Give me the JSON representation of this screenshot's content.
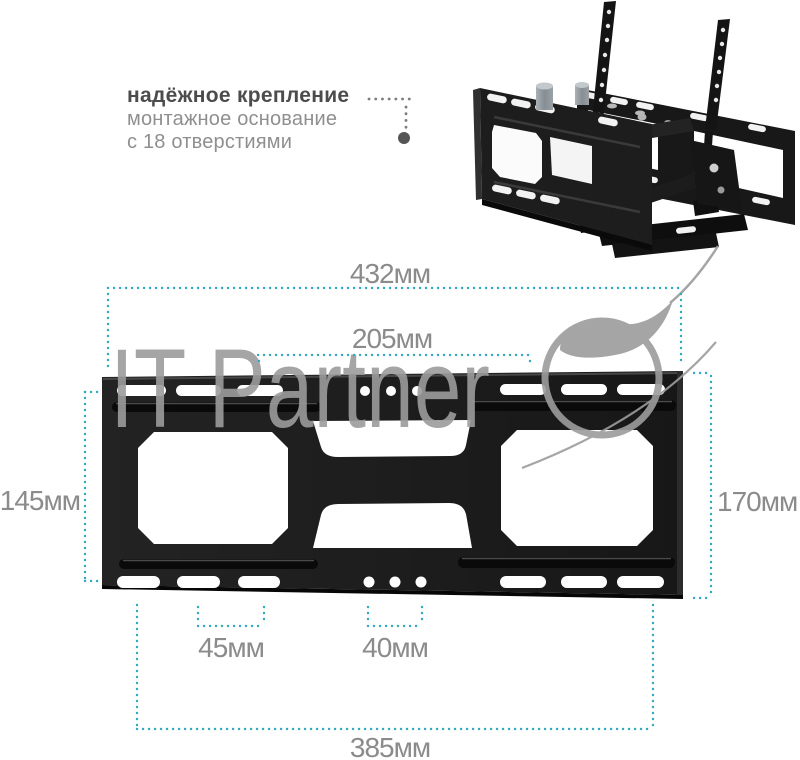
{
  "callout": {
    "title": "надёжное крепление",
    "line2": "монтажное основание",
    "line3": "с 18 отверстиями"
  },
  "watermark": {
    "text": "IT Partner"
  },
  "dimensions": {
    "top_width": "432мм",
    "upper_inner_width": "205мм",
    "left_height": "145мм",
    "right_height": "170мм",
    "slot_spacing": "45мм",
    "hole_spacing": "40мм",
    "bottom_width": "385мм"
  },
  "colors": {
    "dimension_teal": "#31a9bd",
    "label_gray": "#8b8b8b",
    "callout_title_gray": "#4c4c4c",
    "callout_text_gray": "#8f8f8f",
    "bracket_black": "#1b1b1b",
    "watermark_gray": "#9c9c9c"
  }
}
